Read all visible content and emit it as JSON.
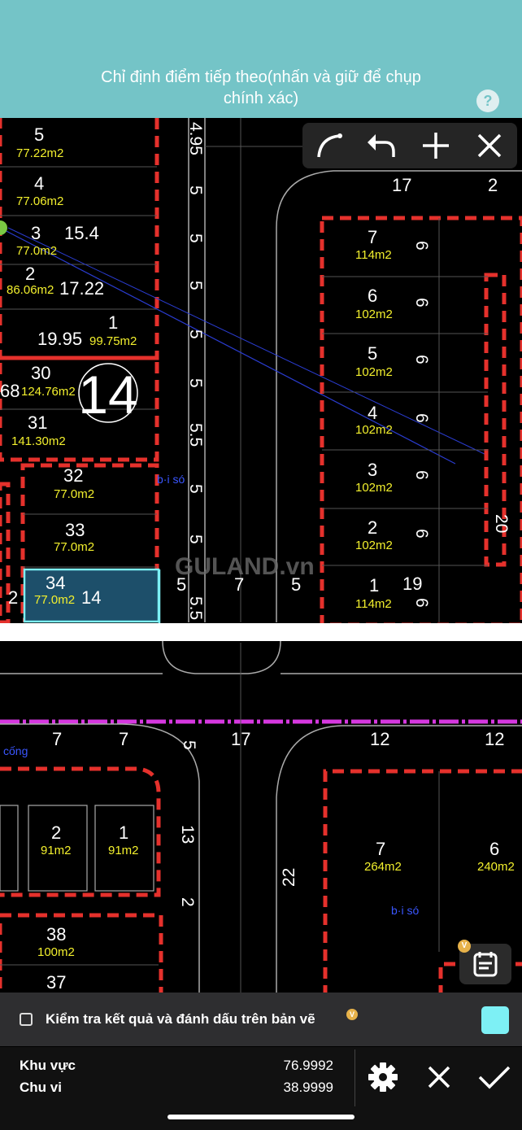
{
  "header": {
    "instruction_line1": "Chỉ định điểm tiếp theo(nhấn và giữ để chụp",
    "instruction_line2": "chính xác)",
    "help_glyph": "?"
  },
  "toolbar": {
    "tools": [
      {
        "name": "arc-tool-icon"
      },
      {
        "name": "undo-icon"
      },
      {
        "name": "add-icon"
      },
      {
        "name": "close-icon"
      }
    ]
  },
  "map": {
    "watermark": "GULAND.vn",
    "block_label": "14",
    "labels_top": {
      "left_lots": [
        {
          "num": "5",
          "area": "77.22m2"
        },
        {
          "num": "4",
          "area": "77.06m2"
        },
        {
          "num": "3",
          "area": "77.0m2",
          "extra": "15.4"
        },
        {
          "num": "2",
          "area": "86.06m2",
          "extra": "17.22"
        },
        {
          "num": "1",
          "area": "99.75m2",
          "extra": "19.95"
        },
        {
          "num": "30",
          "area": "124.76m2",
          "prefix": "68"
        },
        {
          "num": "31",
          "area": "141.30m2"
        },
        {
          "num": "32",
          "area": "77.0m2"
        },
        {
          "num": "33",
          "area": "77.0m2"
        },
        {
          "num": "34",
          "area": "77.0m2",
          "extra": "14"
        }
      ],
      "road_dims": [
        "4.95",
        "5",
        "5",
        "5",
        "5",
        "5",
        "5.5",
        "5",
        "5",
        "5",
        "5.5",
        "7",
        "5"
      ],
      "right_lots": [
        {
          "num": "7",
          "area": "114m2",
          "dim": "6"
        },
        {
          "num": "6",
          "area": "102m2",
          "dim": "6"
        },
        {
          "num": "5",
          "area": "102m2",
          "dim": "6"
        },
        {
          "num": "4",
          "area": "102m2",
          "dim": "6"
        },
        {
          "num": "3",
          "area": "102m2",
          "dim": "6"
        },
        {
          "num": "2",
          "area": "102m2",
          "dim": "6"
        },
        {
          "num": "1",
          "area": "114m2",
          "dim": "6",
          "extra": "19"
        }
      ],
      "right_top_dims": [
        "17",
        "2"
      ],
      "far_right_dim": "20",
      "left_edge_2": "2",
      "note_bi_so": "b·i só"
    },
    "labels_bottom": {
      "top_dims": [
        "7",
        "7",
        "5",
        "17",
        "12",
        "12"
      ],
      "cong": "cống",
      "left_lots": [
        {
          "num": "2",
          "area": "91m2"
        },
        {
          "num": "1",
          "area": "91m2"
        },
        {
          "num": "38",
          "area": "100m2"
        },
        {
          "num": "37",
          "area": ""
        }
      ],
      "side_dims": [
        "13",
        "2",
        "22"
      ],
      "right_lots": [
        {
          "num": "7",
          "area": "264m2"
        },
        {
          "num": "6",
          "area": "240m2"
        }
      ],
      "note_bi_so": "b·i só"
    }
  },
  "panel": {
    "check_label": "Kiểm tra kết quả và đánh dấu trên bản vẽ",
    "badge": "V",
    "area_label": "Khu vực",
    "area_value": "76.9992",
    "perimeter_label": "Chu vi",
    "perimeter_value": "38.9999"
  },
  "colors": {
    "header": "#74c4c7",
    "lot_border": "#e5312c",
    "area_text": "#f3f02d",
    "selection": "#7df0f5",
    "pink_line": "#d638e0"
  }
}
